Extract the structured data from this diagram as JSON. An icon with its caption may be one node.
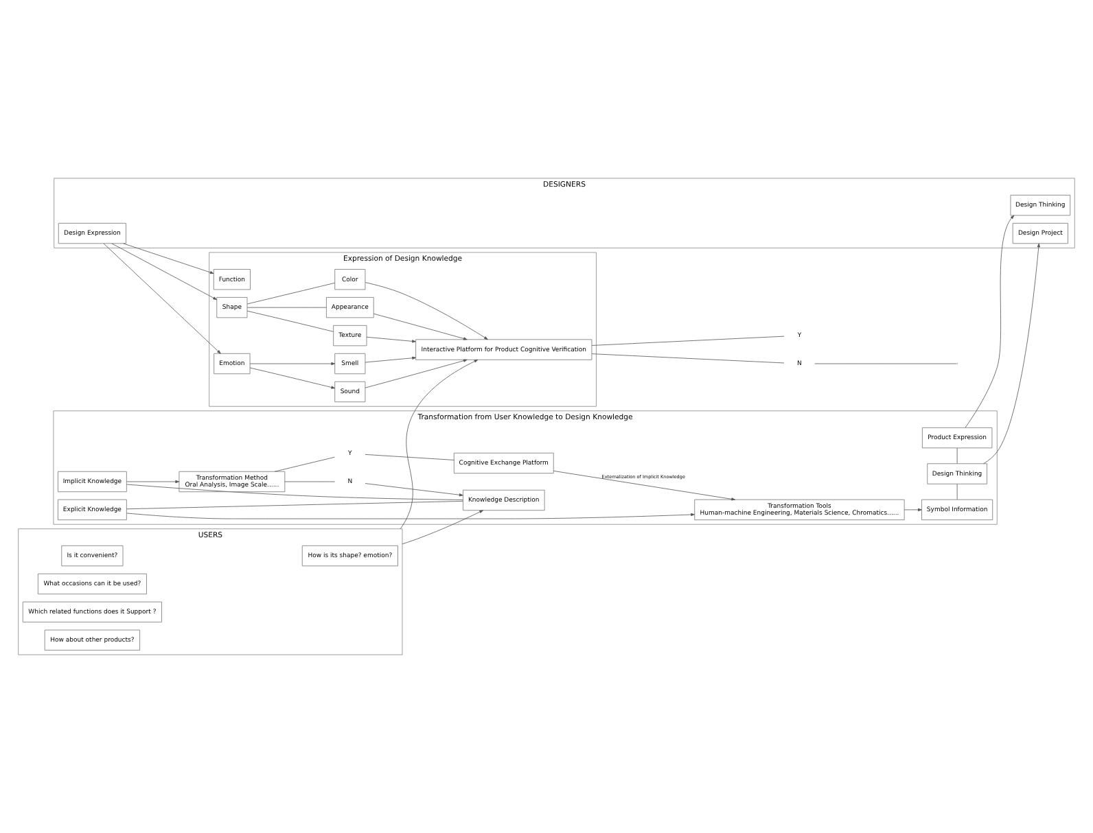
{
  "diagram": {
    "nodes": [
      {
        "text": [
          "Transformation from User Knowledge to Design Knowledge"
        ]
      },
      {
        "text": [
          "Transformation Tools",
          "Human-machine Engineering, Materials Science, Chromatics......"
        ],
        "in": 0
      },
      {
        "text": [
          "Explicit Knowledge"
        ],
        "in": 0
      },
      {
        "text": [
          "Knowledge Description"
        ],
        "in": 0
      },
      {
        "text": [
          "Cognitive Exchange Platform"
        ],
        "in": 0
      },
      {
        "text": [
          "Implicit Knowledge"
        ],
        "in": 0
      },
      {
        "text": [
          "Symbol Information"
        ],
        "in": 0
      },
      {
        "text": [
          "Design Thinking"
        ],
        "in": 0
      },
      {
        "text": [
          "Product Expression"
        ],
        "in": 0
      },
      {
        "text": [
          "Y"
        ],
        "in": 0
      },
      {
        "text": [
          "N"
        ],
        "in": 0
      },
      {
        "text": [
          "Transformation Method",
          "Oral Analysis, Image Scale......"
        ],
        "in": 0
      },
      {
        "text": [
          "USERS"
        ]
      },
      {
        "text": [
          "How is its shape? emotion?"
        ],
        "in": 12
      },
      {
        "text": [
          "Is it convenient?"
        ],
        "in": 12
      },
      {
        "text": [
          "What occasions can it be used?"
        ],
        "in": 12
      },
      {
        "text": [
          "Which related functions does it Support ?"
        ],
        "in": 12
      },
      {
        "text": [
          "How about other products?"
        ],
        "in": 12
      },
      {
        "text": [
          "DESIGNERS"
        ]
      },
      {
        "text": [
          "Design Project"
        ],
        "in": 18
      },
      {
        "text": [
          "Design Thinking"
        ],
        "in": 18
      },
      {
        "text": [
          "Design Expression"
        ],
        "in": 18
      },
      {
        "text": [
          "Expression of Design Knowledge"
        ]
      },
      {
        "text": [
          "Function"
        ],
        "in": 22
      },
      {
        "text": [
          "Shape"
        ],
        "in": 22
      },
      {
        "text": [
          "Emotion"
        ],
        "in": 22
      },
      {
        "text": [
          "Appearance"
        ],
        "in": 22
      },
      {
        "text": [
          "Color"
        ],
        "in": 22
      },
      {
        "text": [
          "Texture"
        ],
        "in": 22
      },
      {
        "text": [
          "Sound"
        ],
        "in": 22
      },
      {
        "text": [
          "Smell"
        ],
        "in": 22
      },
      {
        "text": [
          "Interactive Platform for Product Cognitive Verification"
        ],
        "in": 22
      },
      {
        "text": [
          "Y"
        ]
      },
      {
        "text": [
          "N"
        ]
      }
    ],
    "edges": [
      {
        "from": 12,
        "to": 3,
        "arrow": "to"
      },
      {
        "from": 3,
        "to": 2,
        "arrow": "none"
      },
      {
        "from": 3,
        "to": 5,
        "arrow": "none"
      },
      {
        "from": 2,
        "to": 1,
        "arrow": "to"
      },
      {
        "from": 4,
        "to": 1,
        "arrow": "to",
        "label": "Externalization of Implicit Knowledge"
      },
      {
        "from": 1,
        "to": 6,
        "arrow": "to"
      },
      {
        "from": 6,
        "to": 7,
        "arrow": "none"
      },
      {
        "from": 7,
        "to": 8,
        "arrow": "none"
      },
      {
        "from": 5,
        "to": 11,
        "arrow": "to"
      },
      {
        "from": 11,
        "to": 9,
        "arrow": "none"
      },
      {
        "from": 11,
        "to": 10,
        "arrow": "none"
      },
      {
        "from": 9,
        "to": 4,
        "arrow": "none"
      },
      {
        "from": 10,
        "to": 3,
        "arrow": "to"
      },
      {
        "from": 7,
        "to": 19,
        "arrow": "to"
      },
      {
        "from": 8,
        "to": 20,
        "arrow": "to"
      },
      {
        "from": 21,
        "to": 23,
        "arrow": "to"
      },
      {
        "from": 21,
        "to": 24,
        "arrow": "to"
      },
      {
        "from": 21,
        "to": 25,
        "arrow": "to"
      },
      {
        "from": 24,
        "to": 26,
        "arrow": "none"
      },
      {
        "from": 24,
        "to": 27,
        "arrow": "none"
      },
      {
        "from": 24,
        "to": 28,
        "arrow": "none"
      },
      {
        "from": 25,
        "to": 29,
        "arrow": "to"
      },
      {
        "from": 25,
        "to": 30,
        "arrow": "to"
      },
      {
        "from": 26,
        "to": 31,
        "arrow": "to"
      },
      {
        "from": 27,
        "to": 31,
        "arrow": "to"
      },
      {
        "from": 28,
        "to": 31,
        "arrow": "to"
      },
      {
        "from": 29,
        "to": 31,
        "arrow": "to"
      },
      {
        "from": 30,
        "to": 31,
        "arrow": "to"
      },
      {
        "from": 12,
        "to": 31,
        "arrow": "to"
      },
      {
        "from": 31,
        "to": 32,
        "arrow": "none"
      },
      {
        "from": 31,
        "to": 33,
        "arrow": "none"
      },
      {
        "from": 33,
        "to": null,
        "arrow": "none"
      }
    ]
  }
}
